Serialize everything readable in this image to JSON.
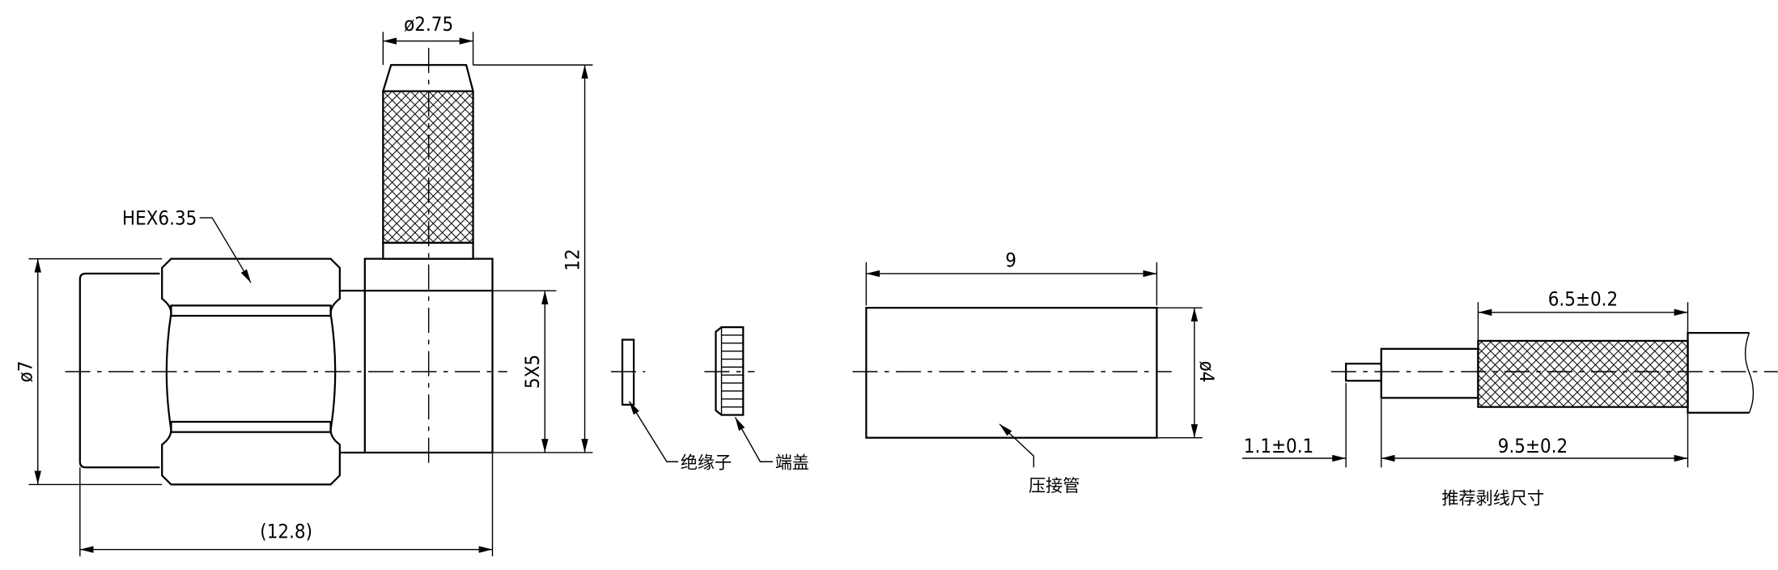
{
  "connector": {
    "hex_label": "HEX6.35",
    "cable_dia_label": "ø2.75",
    "height_label": "12",
    "body_label": "5X5",
    "dia_label": "ø7",
    "length_label": "(12.8)"
  },
  "parts": {
    "insulator_label": "绝缘子",
    "end_cap_label": "端盖"
  },
  "crimp_tube": {
    "length_label": "9",
    "dia_label": "ø4",
    "name_label": "压接管"
  },
  "strip": {
    "braid_label": "6.5±0.2",
    "pin_label": "1.1±0.1",
    "dielectric_label": "9.5±0.2",
    "caption": "推荐剥线尺寸"
  }
}
